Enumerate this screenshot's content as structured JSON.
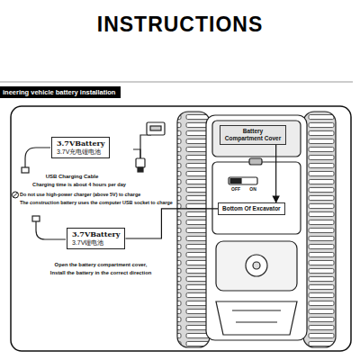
{
  "diagram": {
    "title": "INSTRUCTIONS",
    "nodes": [
      {
        "text": [
          "ineering vehicle battery installation"
        ]
      },
      {
        "text": [
          "3.7VBattery",
          "3.7V充电锂电池"
        ]
      },
      {
        "text": [
          "3.7VBattery",
          "3.7V锂电池"
        ]
      },
      {
        "text": [
          "Battery Compartment Cover"
        ]
      },
      {
        "text": [
          "Bottom Of Excavator"
        ]
      }
    ],
    "edges": [
      {
        "from": 3,
        "to": 4,
        "arrow": "to"
      },
      {
        "from": 2,
        "to": 4,
        "arrow": "none"
      }
    ],
    "labels": [
      "USB Charging Cable",
      "Charging time is about 4 hours per day",
      "Do not use high-power charger (above 5V) to charge",
      "The construction battery uses the computer USB socket to charge",
      "Open the battery compartment cover,",
      "Install the battery in the correct direction",
      "OFF",
      "ON"
    ]
  }
}
